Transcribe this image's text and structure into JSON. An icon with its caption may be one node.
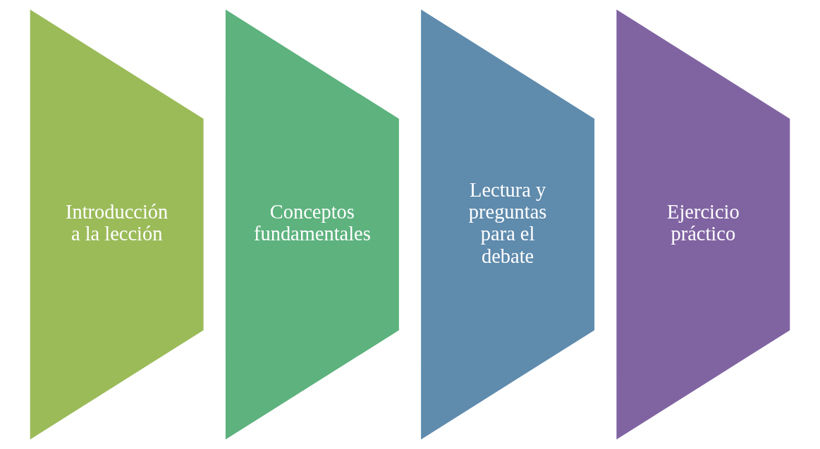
{
  "diagram": {
    "nodes": [
      {
        "text": [
          "Introducción a la lección"
        ]
      },
      {
        "text": [
          "Conceptos fundamentales"
        ]
      },
      {
        "text": [
          "Lectura y preguntas para el debate"
        ]
      },
      {
        "text": [
          "Ejercicio práctico"
        ]
      }
    ],
    "edges": []
  }
}
